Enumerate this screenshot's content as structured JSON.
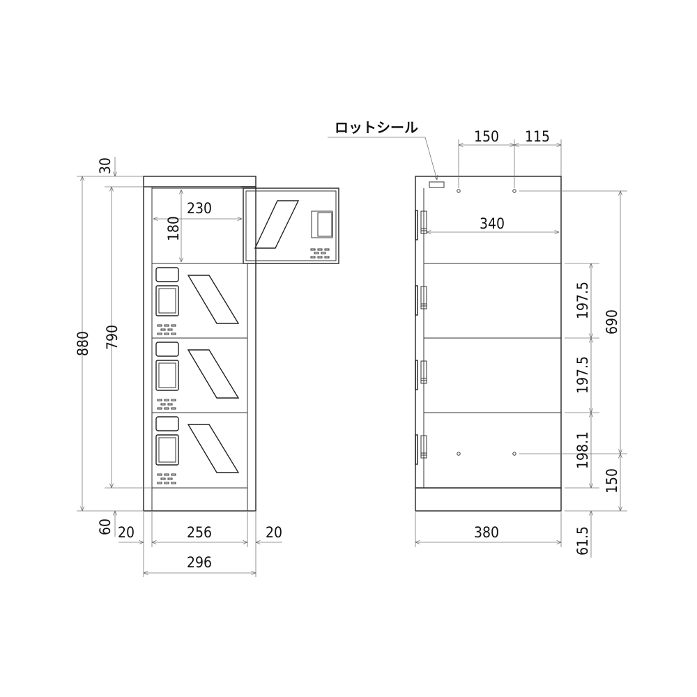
{
  "labels": {
    "lot_seal": "ロットシール",
    "front": {
      "top_cap": "30",
      "total_height": "880",
      "body_height": "790",
      "inner_width": "230",
      "inner_height": "180",
      "base_height": "60",
      "side_left": "20",
      "door_width": "256",
      "side_right": "20",
      "total_width": "296"
    },
    "side": {
      "hole_offset": "150",
      "hole_spacing": "115",
      "inner_depth": "340",
      "door1_height": "197.5",
      "door2_height": "197.5",
      "door3_height": "198.1",
      "hole_vertical": "690",
      "lower_hole": "150",
      "base_height": "61.5",
      "total_depth": "380"
    }
  }
}
